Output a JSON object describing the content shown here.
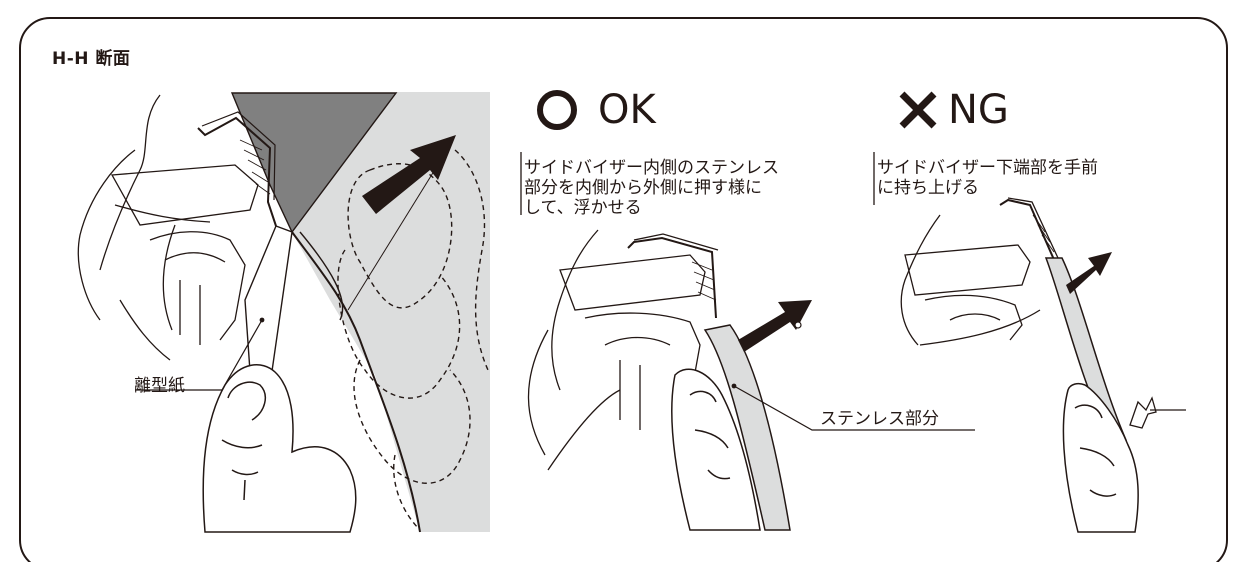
{
  "section_title": "H-H 断面",
  "ok": {
    "heading": "OK",
    "mark_icon": "circle-icon",
    "description_lines": [
      "サイドバイザー内側のステンレス",
      "部分を内側から外側に押す様に",
      "して、浮かせる"
    ]
  },
  "ng": {
    "heading": "NG",
    "mark_icon": "cross-icon",
    "description_lines": [
      "サイドバイザー下端部を手前",
      "に持ち上げる"
    ]
  },
  "labels": {
    "release_paper": "離型紙",
    "stainless_part": "ステンレス部分"
  },
  "colors": {
    "ink": "#231815",
    "visor_gray": "#dcdddd",
    "visor_dark": "#808080",
    "white": "#ffffff"
  }
}
